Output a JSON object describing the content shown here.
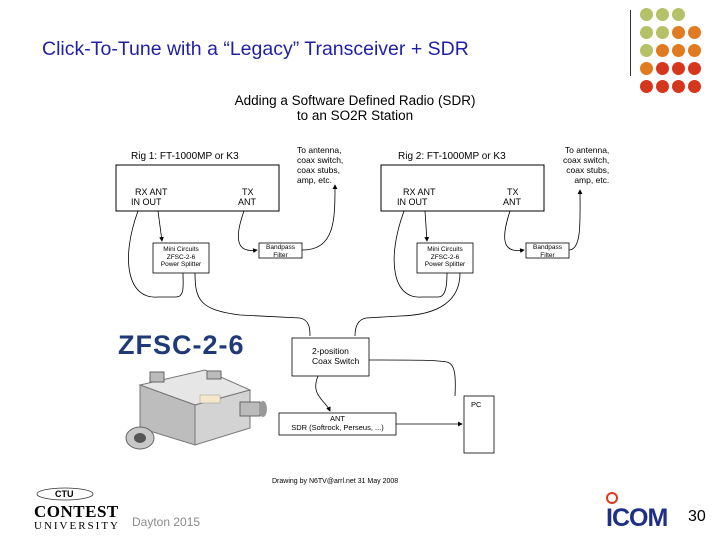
{
  "slide": {
    "title": "Click-To-Tune with a “Legacy” Transceiver + SDR",
    "page_number": "30",
    "footer_event": "Dayton 2015"
  },
  "diagram": {
    "heading_line1": "Adding a Software Defined Radio (SDR)",
    "heading_line2": "to an SO2R Station",
    "rig1": {
      "title": "Rig 1:  FT-1000MP or K3",
      "rx_ant": "RX ANT",
      "rx_io": "IN     OUT",
      "tx": "TX",
      "tx_ant": "ANT"
    },
    "rig2": {
      "title": "Rig 2:  FT-1000MP or K3",
      "rx_ant": "RX ANT",
      "rx_io": "IN     OUT",
      "tx": "TX",
      "tx_ant": "ANT"
    },
    "antenna_note": [
      "To antenna,",
      "coax switch,",
      "coax stubs,",
      "amp, etc."
    ],
    "splitter": [
      "Mini Circuits",
      "ZFSC-2-6",
      "Power Splitter"
    ],
    "filter": [
      "Bandpass",
      "Filter"
    ],
    "coax_switch": [
      "2-position",
      "Coax Switch"
    ],
    "sdr": [
      "ANT",
      "SDR (Softrock, Perseus, ...)"
    ],
    "pc": "PC",
    "credit": "Drawing by N6TV@arrl.net   31 May 2008",
    "product_label": "ZFSC-2-6"
  },
  "logos": {
    "contest_university": [
      "CONTEST",
      "UNIVERSITY"
    ],
    "ctu_small": "CTU",
    "icom": "ICOM"
  },
  "colors": {
    "title": "#1f1fa8",
    "product_label": "#1f3a78",
    "dot_green": "#b5c167",
    "dot_orange": "#e07b22",
    "dot_red": "#d4361e",
    "icom_blue": "#1d2f86",
    "icom_mark": "#e03a1e"
  }
}
